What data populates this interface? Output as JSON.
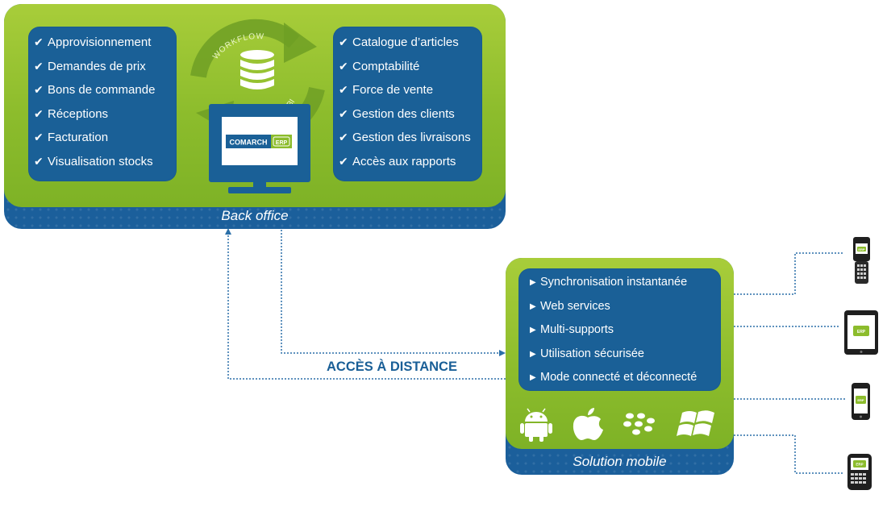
{
  "back_office": {
    "title": "Back office",
    "left_items": [
      "Approvisionnement",
      "Demandes de prix",
      "Bons de commande",
      "Réceptions",
      "Facturation",
      "Visualisation stocks"
    ],
    "right_items": [
      "Catalogue d’articles",
      "Comptabilité",
      "Force de vente",
      "Gestion des clients",
      "Gestion des livraisons",
      "Accès aux rapports"
    ],
    "check_glyph": "✔",
    "cycle_labels": {
      "top": "WORKFLOW",
      "bottom": "BI"
    },
    "logo": {
      "brand": "COMARCH",
      "product": "ERP"
    }
  },
  "remote_access": {
    "label": "ACCÈS À DISTANCE"
  },
  "solution_mobile": {
    "title": "Solution mobile",
    "items": [
      "Synchronisation instantanée",
      "Web services",
      "Multi-supports",
      "Utilisation sécurisée",
      "Mode connecté et déconnecté"
    ],
    "bullet_glyph": "▶",
    "platform_icons": [
      "android-icon",
      "apple-icon",
      "blackberry-icon",
      "windows-icon"
    ]
  },
  "devices": [
    {
      "type": "handheld-scanner",
      "badge": "ERP"
    },
    {
      "type": "tablet",
      "badge": "ERP"
    },
    {
      "type": "smartphone",
      "badge": "ERP"
    },
    {
      "type": "keyboard-phone",
      "badge": "ERP"
    }
  ],
  "colors": {
    "blue": "#1b5f9b",
    "panel_blue": "#1a6097",
    "green_light": "#a8cd3a",
    "green_dark": "#7eb226",
    "dotted_line": "#2a6fa8",
    "label_blue": "#1a5f97"
  }
}
